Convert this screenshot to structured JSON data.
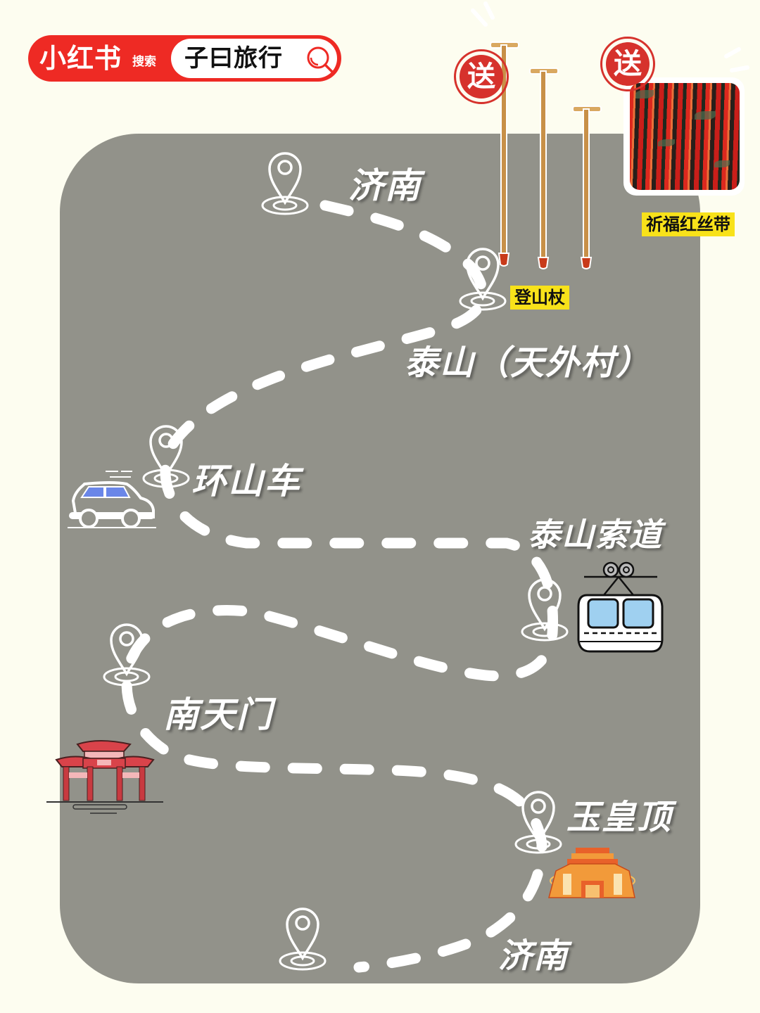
{
  "header": {
    "brand_name": "小红书",
    "brand_search_label": "搜索",
    "search_query": "子曰旅行",
    "search_icon": "magnifier-icon",
    "colors": {
      "brand_red": "#ee2a24",
      "search_box_bg": "#ffffff"
    }
  },
  "map": {
    "panel_color": "#92928a",
    "page_background": "#fdfdf0",
    "route": [
      {
        "order": 1,
        "name": "济南",
        "icon": "location-pin-icon"
      },
      {
        "order": 2,
        "name": "泰山（天外村）",
        "icon": "location-pin-icon"
      },
      {
        "order": 3,
        "name": "环山车",
        "icon": "car-icon"
      },
      {
        "order": 4,
        "name": "泰山索道",
        "icon": "cable-car-icon"
      },
      {
        "order": 5,
        "name": "南天门",
        "icon": "chinese-gate-icon"
      },
      {
        "order": 6,
        "name": "玉皇顶",
        "icon": "temple-icon"
      },
      {
        "order": 7,
        "name": "济南",
        "icon": "location-pin-icon"
      }
    ]
  },
  "gifts": {
    "stamp_label": "送",
    "trekking_pole": {
      "label": "登山杖",
      "count": 3
    },
    "ribbon": {
      "label": "祈福红丝带"
    },
    "tag_color": "#f8e21a",
    "stamp_color": "#d6322c"
  }
}
